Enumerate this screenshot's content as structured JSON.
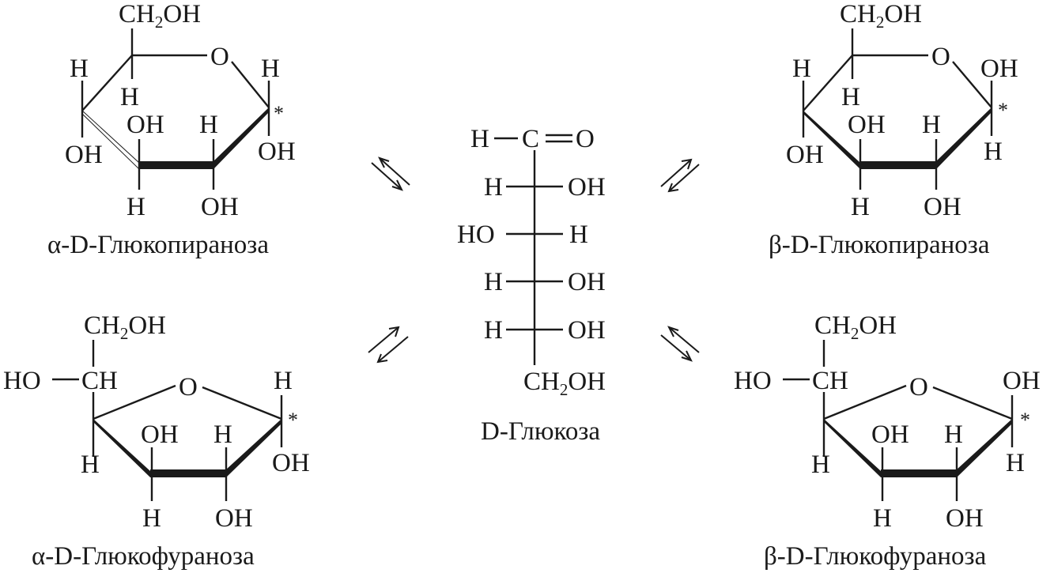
{
  "atoms": {
    "H": "H",
    "OH": "OH",
    "HO": "HO",
    "O": "O",
    "C": "C",
    "CH": "CH",
    "CH2OH_main": "CH",
    "CH2OH_sub": "2",
    "CH2OH_tail": "OH",
    "star": "*",
    "dash": "—"
  },
  "captions": {
    "alpha_pyranose": "α-D-Глюкопираноза",
    "beta_pyranose": "β-D-Глюкопираноза",
    "alpha_furanose": "α-D-Глюкофураноза",
    "beta_furanose": "β-D-Глюкофураноза",
    "open_chain": "D-Глюкоза"
  }
}
